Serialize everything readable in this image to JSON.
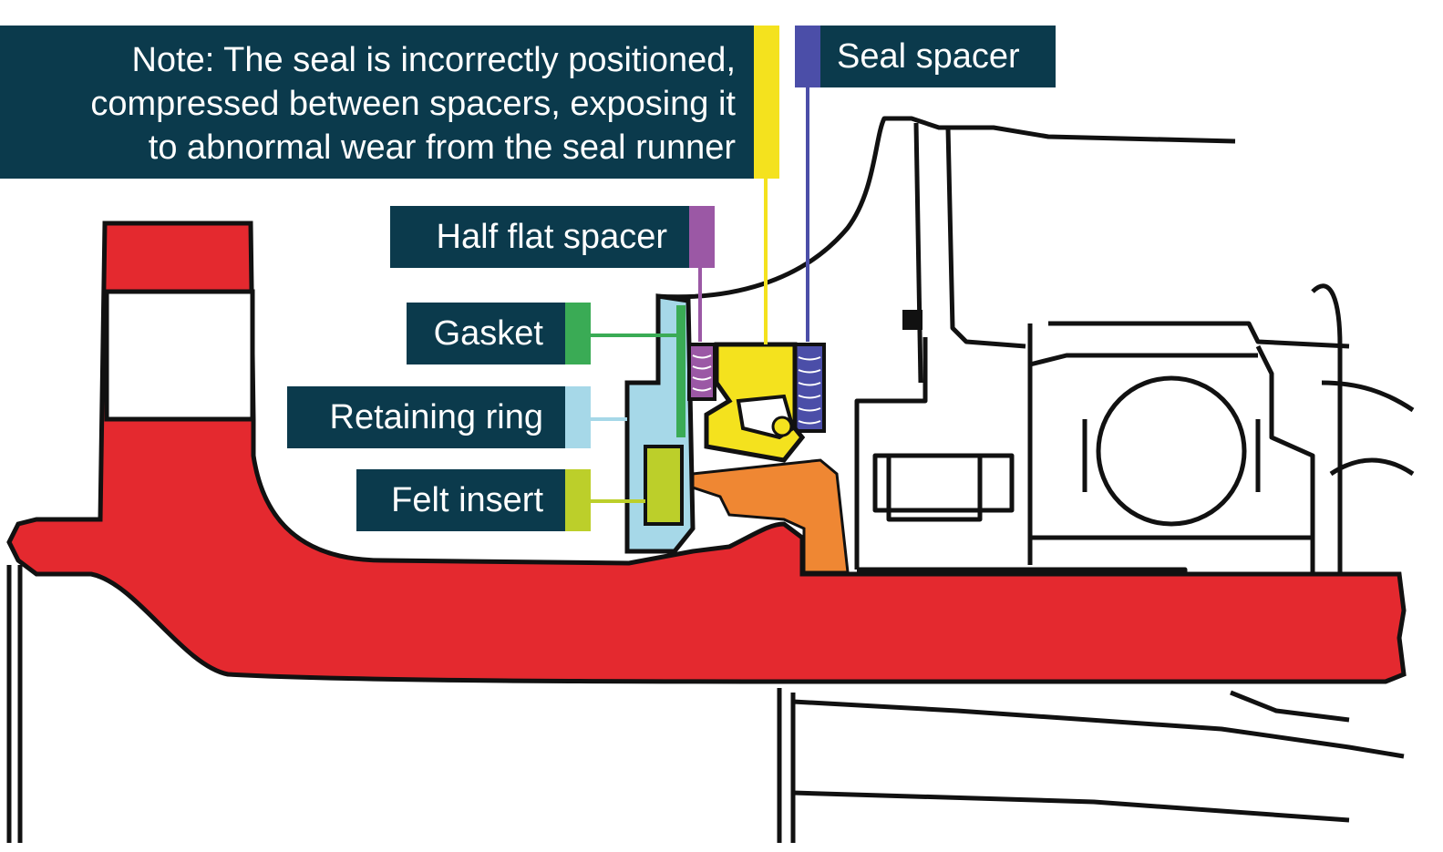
{
  "labels": {
    "note": {
      "lines": [
        "Note: The seal is incorrectly positioned,",
        "compressed between spacers, exposing it",
        "to abnormal wear from the seal runner"
      ],
      "color": "#f4e21e"
    },
    "seal_spacer": {
      "text": "Seal spacer",
      "color": "#4b4ea8"
    },
    "half_flat_spacer": {
      "text": "Half flat spacer",
      "color": "#9b58a5"
    },
    "gasket": {
      "text": "Gasket",
      "color": "#3aab55"
    },
    "retaining_ring": {
      "text": "Retaining ring",
      "color": "#a6d8e8"
    },
    "felt_insert": {
      "text": "Felt insert",
      "color": "#bccf2a"
    }
  },
  "colors": {
    "label_background": "#0b3a4c",
    "hub_axle": "#e4292f",
    "seal_runner": "#ef8733",
    "outline": "#111111"
  }
}
